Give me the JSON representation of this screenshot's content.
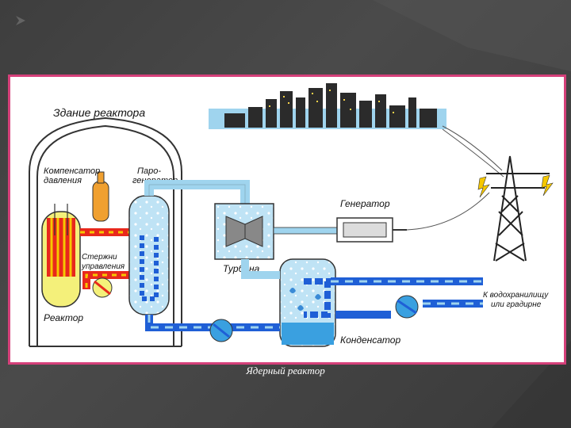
{
  "diagram": {
    "labels": {
      "building": "Здание реактора",
      "pressurizer_line1": "Компенсатор",
      "pressurizer_line2": "давления",
      "steam_gen_line1": "Паро-",
      "steam_gen_line2": "генератор",
      "control_rods_line1": "Стержни",
      "control_rods_line2": "управления",
      "reactor": "Реактор",
      "turbine": "Турбина",
      "generator": "Генератор",
      "condenser": "Конденсатор",
      "cooling_line1": "К водохранилищу",
      "cooling_line2": "или градирне"
    },
    "colors": {
      "frame_border": "#d5407a",
      "primary_loop": "#e8281c",
      "primary_dash": "#f6c800",
      "secondary_loop": "#9fd4ee",
      "cooling_loop": "#1f5fd6",
      "steam": "#bfe3f5",
      "water": "#3aa0e0"
    }
  },
  "caption": "Ядерный реактор"
}
